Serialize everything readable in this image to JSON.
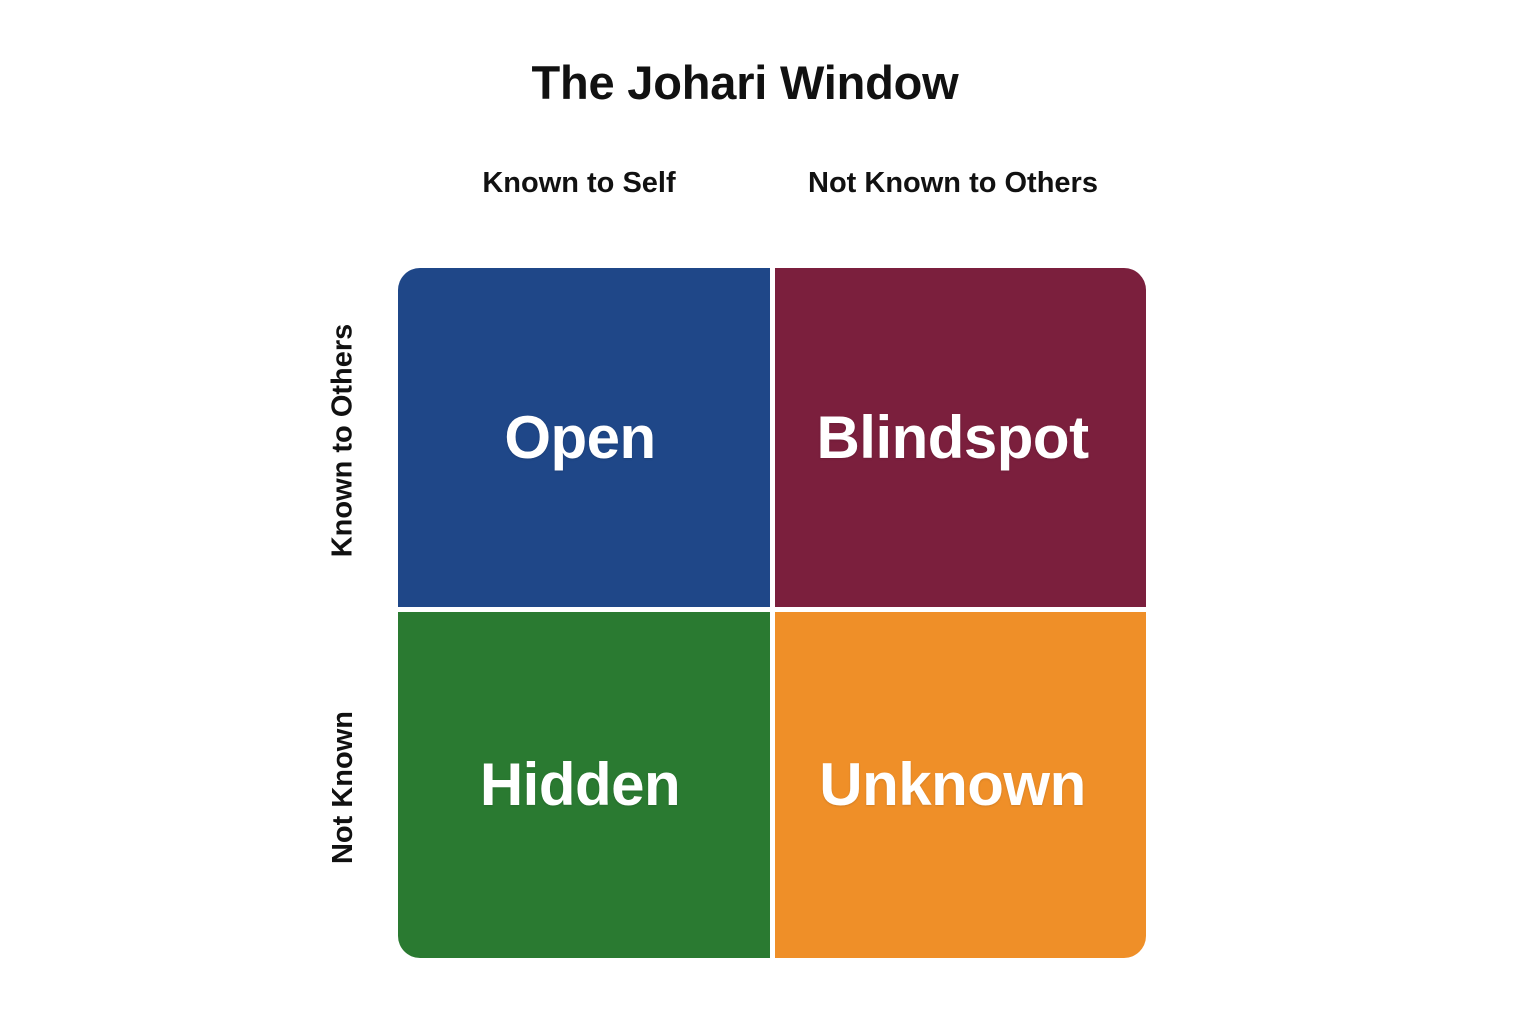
{
  "diagram": {
    "title": "The Johari Window",
    "background_color": "#FFFFFF",
    "text_color": "#111111",
    "column_headers": [
      {
        "label": "Known to Self"
      },
      {
        "label": "Not Known to Others"
      }
    ],
    "row_headers": [
      {
        "label": "Known to Others"
      },
      {
        "label": "Not Known"
      }
    ],
    "quadrants": [
      {
        "label": "Open",
        "color": "#1F4788",
        "label_color": "#FFFFFF",
        "row": "Known to Others",
        "column": "Known to Self"
      },
      {
        "label": "Blindspot",
        "color": "#7B1F3D",
        "label_color": "#FFFFFF",
        "row": "Known to Others",
        "column": "Not Known to Others"
      },
      {
        "label": "Hidden",
        "color": "#2A7A31",
        "label_color": "#FFFFFF",
        "row": "Not Known",
        "column": "Known to Self"
      },
      {
        "label": "Unknown",
        "color": "#EF8F28",
        "label_color": "#FFFFFF",
        "row": "Not Known",
        "column": "Not Known to Others"
      }
    ]
  }
}
